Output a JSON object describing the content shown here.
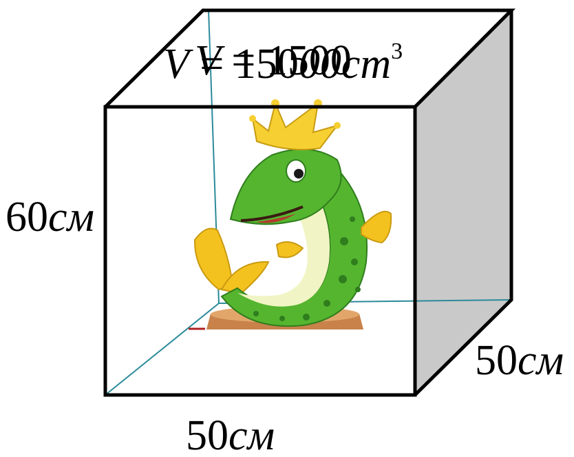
{
  "diagram": {
    "volume_label_a": {
      "var": "V",
      "eq": " = 150",
      "unit": "00cm",
      "exp": "3"
    },
    "volume_label_b": {
      "var": "V",
      "eq": " = 1500",
      "unit": ""
    },
    "height_label": {
      "num": "60",
      "unit": "см"
    },
    "depth_label": {
      "num": "50",
      "unit": "см"
    },
    "width_label": {
      "num": "50",
      "unit": "см"
    },
    "colors": {
      "edge": "#000000",
      "side_face": "#c9c9c9",
      "hidden_edge": "#2b8a9a",
      "fish_body": "#55b52f",
      "fish_belly": "#f1f4c4",
      "fin": "#f4c21f",
      "crown": "#f6cf32",
      "stump": "#c8824a"
    },
    "icons": [
      "fish-king-illustration",
      "crown-icon"
    ]
  }
}
